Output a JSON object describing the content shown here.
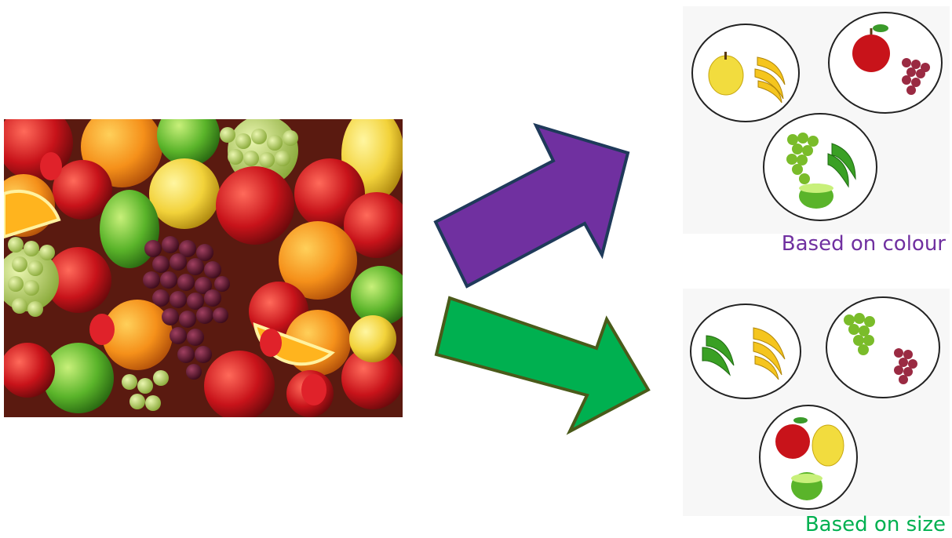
{
  "captions": {
    "colour": "Based on colour",
    "size": "Based on size"
  },
  "colors": {
    "colour_arrow": "#7030a0",
    "size_arrow": "#00b050",
    "colour_caption": "#7030a0",
    "size_caption": "#00b050",
    "arrow_outline_up": "#1f3a5a",
    "arrow_outline_down": "#4a5a1a"
  },
  "groups": {
    "colour": [
      [
        "yellow-apple",
        "banana-bunch"
      ],
      [
        "red-apple",
        "red-grapes"
      ],
      [
        "green-grapes",
        "green-banana",
        "green-apple"
      ]
    ],
    "size": [
      [
        "green-banana",
        "banana-bunch"
      ],
      [
        "green-grapes",
        "red-grapes"
      ],
      [
        "red-apple",
        "yellow-apple",
        "green-apple"
      ]
    ]
  }
}
